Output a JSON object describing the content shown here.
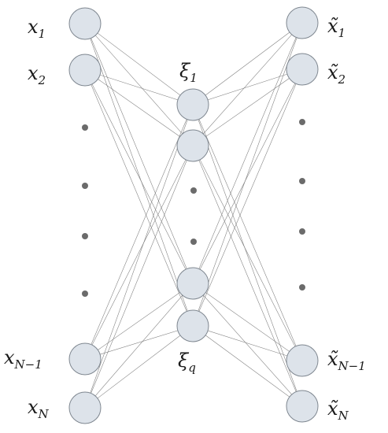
{
  "input_labels": {
    "x1": {
      "base": "x",
      "sub": "1"
    },
    "x2": {
      "base": "x",
      "sub": "2"
    },
    "xn1": {
      "base": "x",
      "sub": "N−1"
    },
    "xn": {
      "base": "x",
      "sub": "N"
    }
  },
  "latent_labels": {
    "xi1": {
      "base": "ξ",
      "sub": "1"
    },
    "xiq": {
      "base": "ξ",
      "sub": "q"
    }
  },
  "output_labels": {
    "xt1": {
      "base": "x̃",
      "sub": "1"
    },
    "xt2": {
      "base": "x̃",
      "sub": "2"
    },
    "xtn1": {
      "base": "x̃",
      "sub": "N−1"
    },
    "xtn": {
      "base": "x̃",
      "sub": "N"
    }
  },
  "colors": {
    "node_fill": "#dde3ea",
    "node_stroke": "#7f8790",
    "edge": "#7c7c7c",
    "dot": "#6b6b6b"
  }
}
